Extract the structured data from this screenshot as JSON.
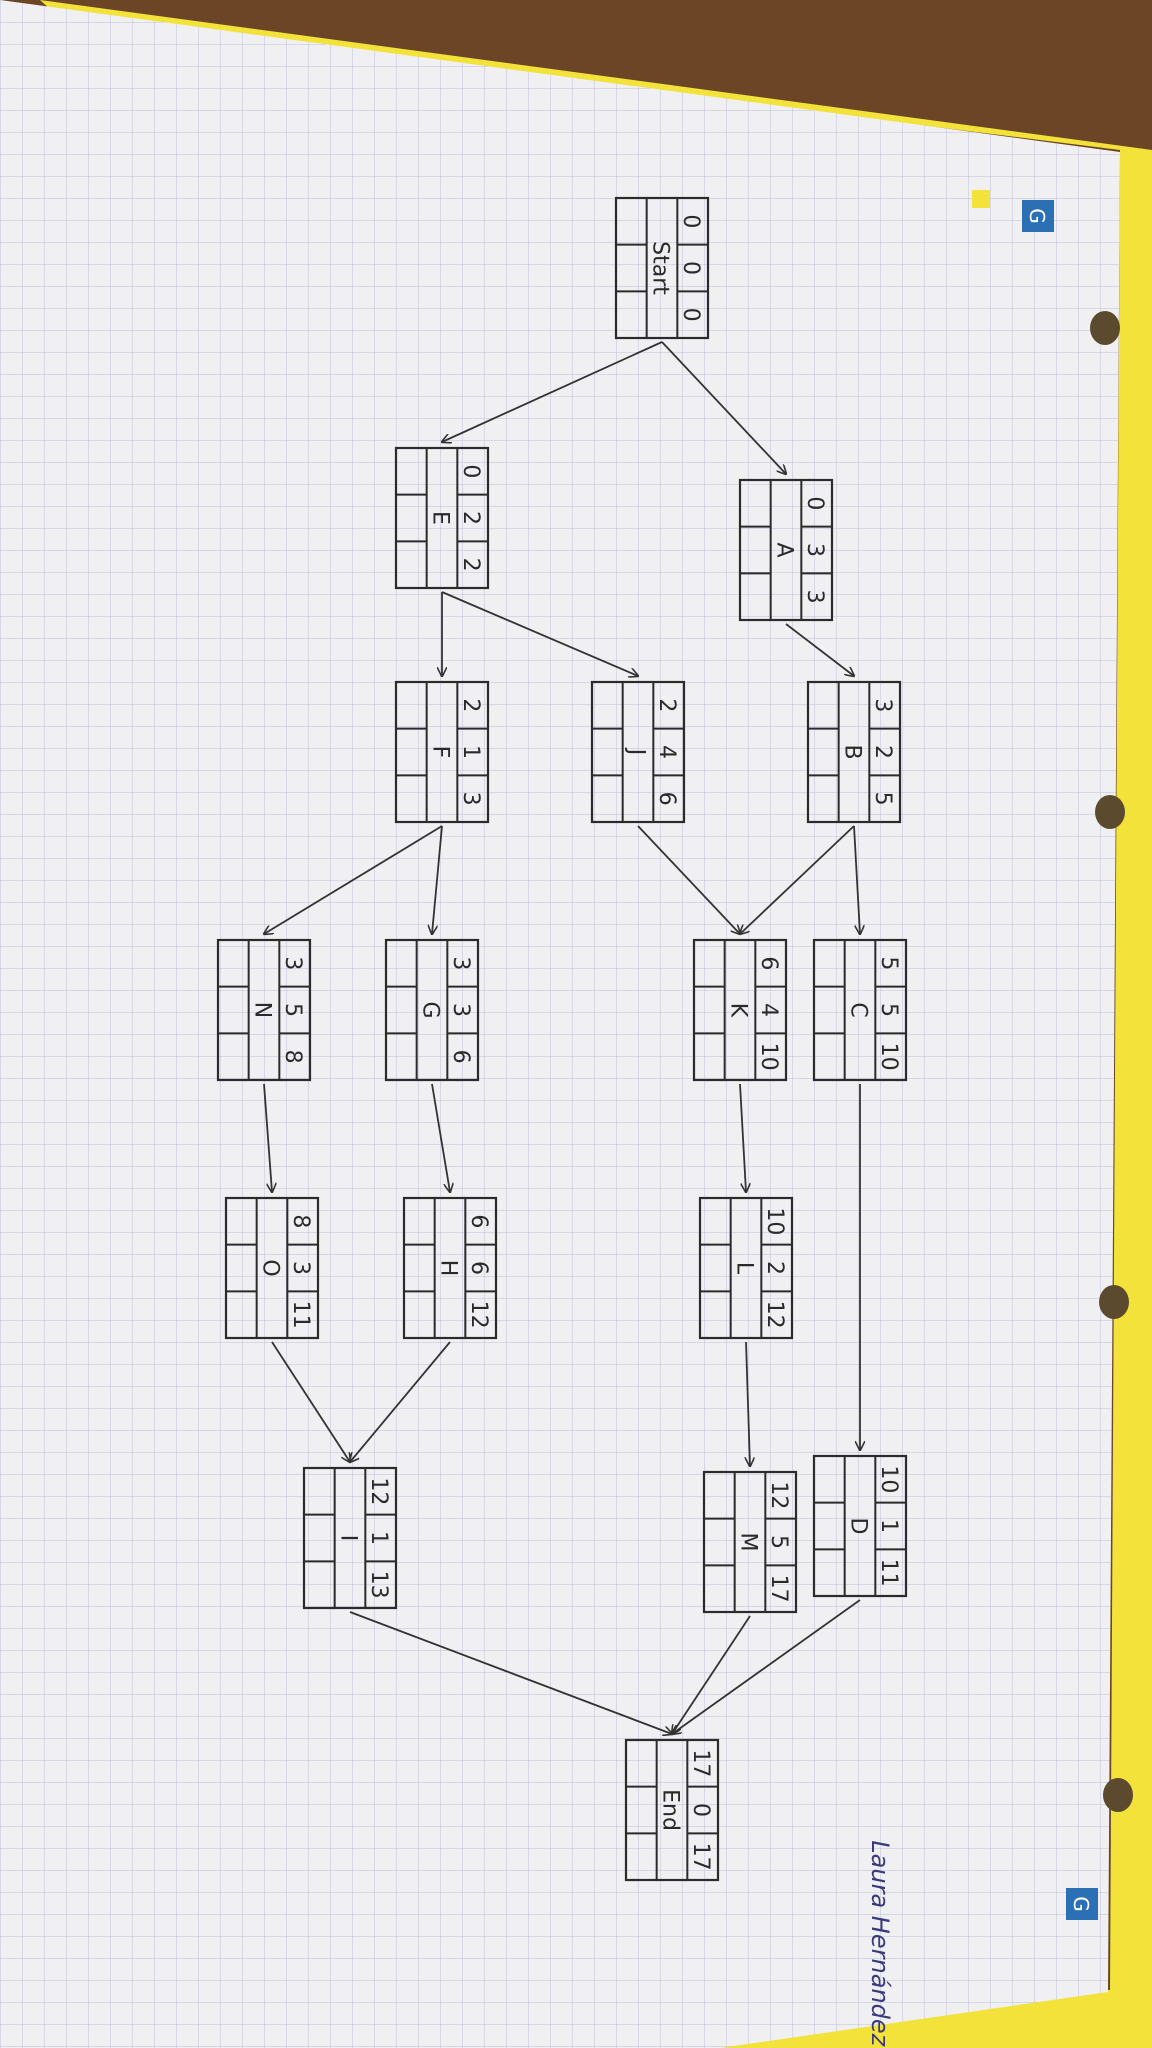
{
  "notebook": {
    "brand_mark": "G",
    "author_name": "Laura Hernández Téuet"
  },
  "network": {
    "nodes": [
      {
        "id": "start",
        "label": "Start",
        "es": "0",
        "dur": "0",
        "ef": "0"
      },
      {
        "id": "A",
        "label": "A",
        "es": "0",
        "dur": "3",
        "ef": "3"
      },
      {
        "id": "E",
        "label": "E",
        "es": "0",
        "dur": "2",
        "ef": "2"
      },
      {
        "id": "B",
        "label": "B",
        "es": "3",
        "dur": "2",
        "ef": "5"
      },
      {
        "id": "J",
        "label": "J",
        "es": "2",
        "dur": "4",
        "ef": "6"
      },
      {
        "id": "F",
        "label": "F",
        "es": "2",
        "dur": "1",
        "ef": "3"
      },
      {
        "id": "C",
        "label": "C",
        "es": "5",
        "dur": "5",
        "ef": "10"
      },
      {
        "id": "K",
        "label": "K",
        "es": "6",
        "dur": "4",
        "ef": "10"
      },
      {
        "id": "G",
        "label": "G",
        "es": "3",
        "dur": "3",
        "ef": "6"
      },
      {
        "id": "N",
        "label": "N",
        "es": "3",
        "dur": "5",
        "ef": "8"
      },
      {
        "id": "L",
        "label": "L",
        "es": "10",
        "dur": "2",
        "ef": "12"
      },
      {
        "id": "H",
        "label": "H",
        "es": "6",
        "dur": "6",
        "ef": "12"
      },
      {
        "id": "O",
        "label": "O",
        "es": "8",
        "dur": "3",
        "ef": "11"
      },
      {
        "id": "D",
        "label": "D",
        "es": "10",
        "dur": "1",
        "ef": "11"
      },
      {
        "id": "M",
        "label": "M",
        "es": "12",
        "dur": "5",
        "ef": "17"
      },
      {
        "id": "I",
        "label": "I",
        "es": "12",
        "dur": "1",
        "ef": "13"
      },
      {
        "id": "end",
        "label": "End",
        "es": "17",
        "dur": "0",
        "ef": "17"
      }
    ],
    "edges": [
      [
        "start",
        "A"
      ],
      [
        "start",
        "E"
      ],
      [
        "A",
        "B"
      ],
      [
        "E",
        "F"
      ],
      [
        "E",
        "J"
      ],
      [
        "B",
        "C"
      ],
      [
        "B",
        "K"
      ],
      [
        "J",
        "K"
      ],
      [
        "F",
        "G"
      ],
      [
        "F",
        "N"
      ],
      [
        "C",
        "D"
      ],
      [
        "K",
        "L"
      ],
      [
        "G",
        "H"
      ],
      [
        "N",
        "O"
      ],
      [
        "L",
        "M"
      ],
      [
        "H",
        "I"
      ],
      [
        "O",
        "I"
      ],
      [
        "D",
        "end"
      ],
      [
        "M",
        "end"
      ],
      [
        "I",
        "end"
      ]
    ]
  }
}
